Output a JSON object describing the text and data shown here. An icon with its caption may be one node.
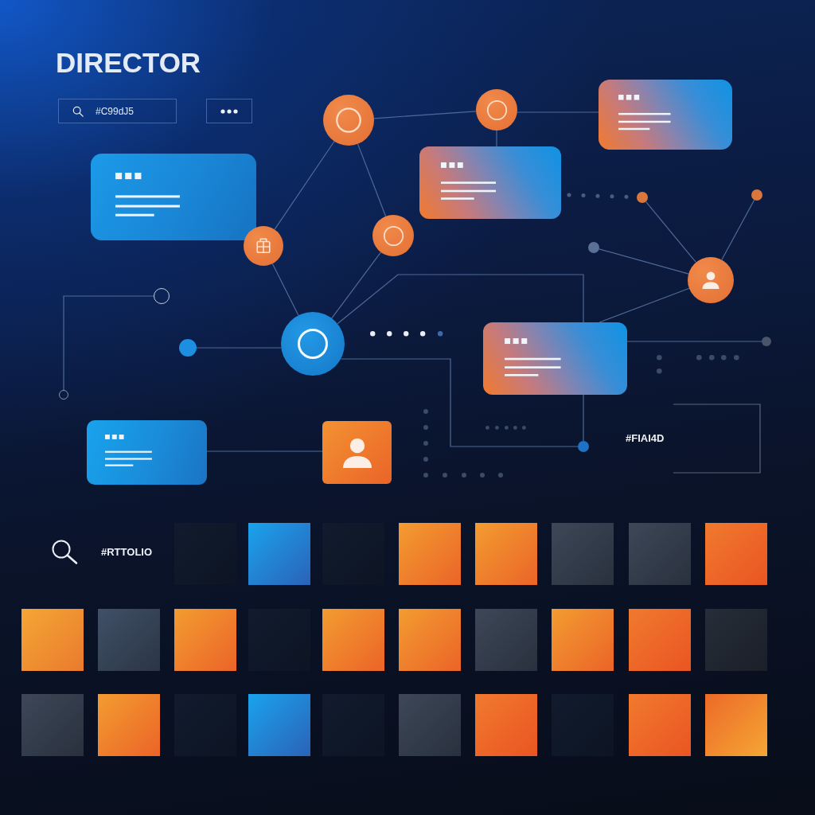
{
  "diagram": {
    "title": "DIRECTOR",
    "nodes": [
      {
        "text": [],
        "shape": "circle"
      },
      {
        "text": [],
        "shape": "circle"
      },
      {
        "text": [],
        "shape": "box"
      },
      {
        "text": [],
        "shape": "box"
      },
      {
        "text": [],
        "shape": "box"
      },
      {
        "text": [],
        "shape": "circle"
      },
      {
        "text": [],
        "shape": "circle"
      },
      {
        "text": [],
        "shape": "circle"
      },
      {
        "text": [],
        "shape": "circle"
      },
      {
        "text": [],
        "shape": "circle"
      },
      {
        "text": [],
        "shape": "circle"
      },
      {
        "text": [],
        "shape": "circle"
      },
      {
        "text": [],
        "shape": "circle"
      },
      {
        "text": [],
        "shape": "circle"
      },
      {
        "text": [],
        "shape": "box"
      },
      {
        "text": [],
        "shape": "circle"
      },
      {
        "text": [],
        "shape": "circle"
      },
      {
        "text": [],
        "shape": "box"
      },
      {
        "text": [],
        "shape": "box"
      },
      {
        "text": [],
        "shape": "circle"
      }
    ],
    "edges": [
      {
        "from": 8,
        "to": 0,
        "arrow": "none"
      },
      {
        "from": 0,
        "to": 1,
        "arrow": "none"
      },
      {
        "from": 0,
        "to": 7,
        "arrow": "none"
      },
      {
        "from": 1,
        "to": 2,
        "arrow": "none"
      },
      {
        "from": 1,
        "to": 4,
        "arrow": "none"
      },
      {
        "from": 8,
        "to": 12,
        "arrow": "none"
      },
      {
        "from": 7,
        "to": 12,
        "arrow": "none"
      },
      {
        "from": 12,
        "to": 14,
        "arrow": "none"
      },
      {
        "from": 12,
        "to": 19,
        "arrow": "none"
      },
      {
        "from": 14,
        "to": 19,
        "arrow": "none"
      },
      {
        "from": 13,
        "to": 12,
        "arrow": "none"
      },
      {
        "from": 11,
        "to": 16,
        "arrow": "none"
      },
      {
        "from": 14,
        "to": 15,
        "arrow": "none"
      },
      {
        "from": 14,
        "to": 10,
        "arrow": "none"
      },
      {
        "from": 9,
        "to": 10,
        "arrow": "none"
      },
      {
        "from": 5,
        "to": 10,
        "arrow": "none"
      },
      {
        "from": 6,
        "to": 10,
        "arrow": "none"
      },
      {
        "from": 17,
        "to": 18,
        "arrow": "none"
      },
      {
        "from": 4,
        "to": 5,
        "arrow": "none",
        "style": "dashed"
      }
    ],
    "labels": [
      "#C99dJ5",
      "#FIAI4D",
      "#RTTOLIO"
    ]
  }
}
